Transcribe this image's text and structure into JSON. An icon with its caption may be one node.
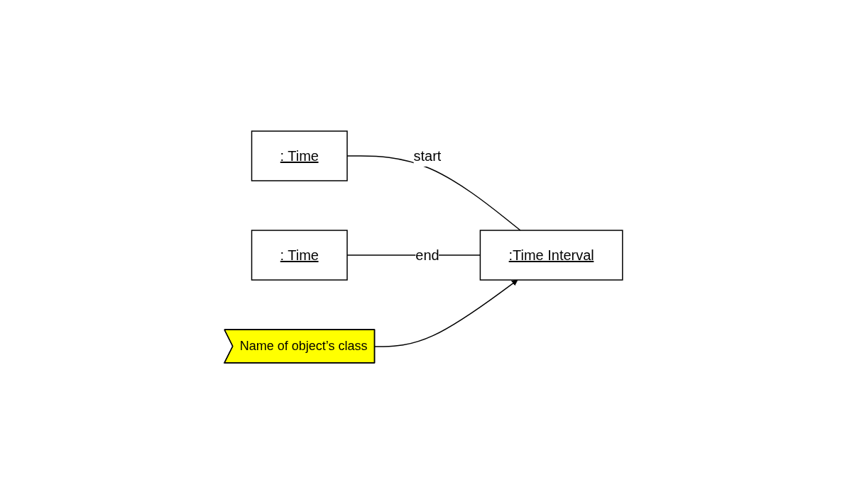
{
  "diagram": {
    "nodes": [
      {
        "text": [
          ": Time"
        ]
      },
      {
        "text": [
          "Name of object’s class"
        ]
      },
      {
        "text": [
          ":Time Interval"
        ]
      },
      {
        "text": [
          ": Time"
        ]
      }
    ],
    "edges": [
      {
        "from": 0,
        "to": 2,
        "arrow": "none",
        "label": "start"
      },
      {
        "from": 3,
        "to": 2,
        "arrow": "none",
        "label": "end"
      },
      {
        "from": 1,
        "to": 2,
        "arrow": "to"
      }
    ]
  }
}
